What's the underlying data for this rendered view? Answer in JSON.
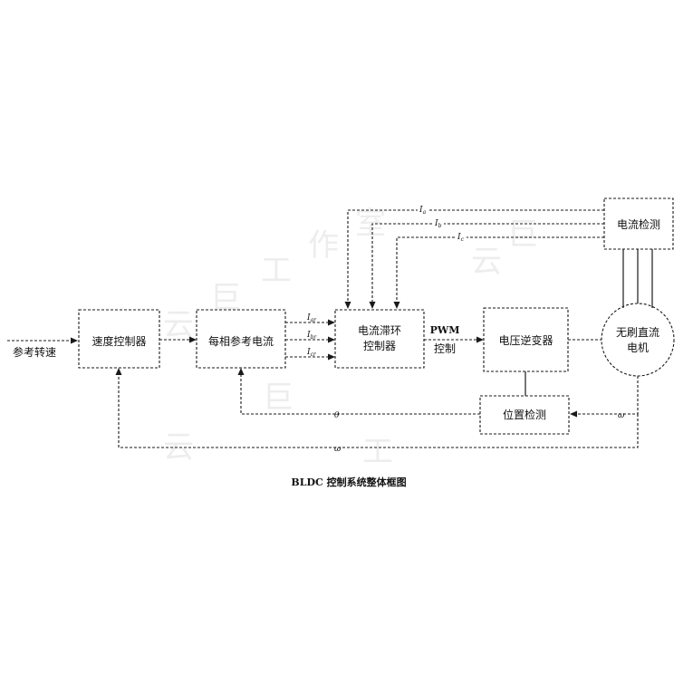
{
  "blocks": {
    "ref_speed": "参考转速",
    "speed_ctrl": "速度控制器",
    "phase_ref": "每相参考电流",
    "cur_loop_1": "电流滞环",
    "cur_loop_2": "控制器",
    "pwm_1": "PWM",
    "pwm_2": "控制",
    "inverter": "电压逆变器",
    "cur_detect": "电流检测",
    "motor_1": "无刷直流",
    "motor_2": "电机",
    "pos_detect": "位置检测"
  },
  "signals": {
    "ia": {
      "main": "I",
      "sub": "a"
    },
    "ib": {
      "main": "I",
      "sub": "b"
    },
    "ic": {
      "main": "I",
      "sub": "c"
    },
    "iar": {
      "main": "I",
      "sub": "ar"
    },
    "ibr": {
      "main": "I",
      "sub": "br"
    },
    "icr": {
      "main": "I",
      "sub": "cr"
    },
    "theta": "θ",
    "omega_pos": "ω",
    "omega_fb": "ω"
  },
  "caption": "BLDC 控制系统整体框图",
  "watermark": [
    "云",
    "巨",
    "工",
    "作",
    "室"
  ]
}
